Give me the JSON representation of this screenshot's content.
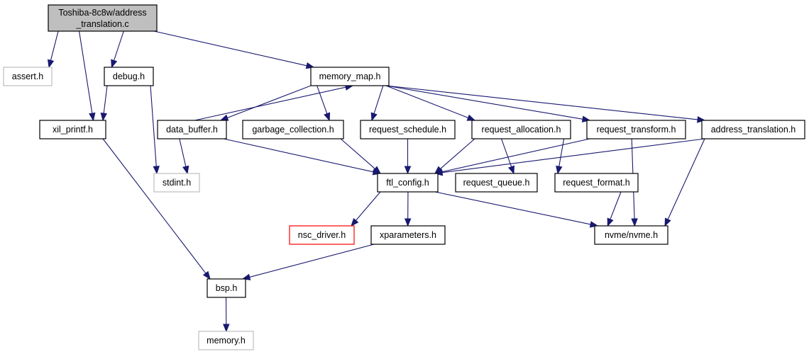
{
  "colors": {
    "edge": "#191970",
    "root_fill": "#bfbfbf",
    "normal_border": "#000000",
    "external_border": "#bfbfbf",
    "missing_border": "#ff0000",
    "node_fill": "#ffffff"
  },
  "nodes": {
    "root": {
      "lines": [
        "Toshiba-8c8w/address",
        "_translation.c"
      ],
      "kind": "root"
    },
    "assert": {
      "lines": [
        "assert.h"
      ],
      "kind": "external"
    },
    "debug": {
      "lines": [
        "debug.h"
      ],
      "kind": "normal"
    },
    "memory_map": {
      "lines": [
        "memory_map.h"
      ],
      "kind": "normal"
    },
    "xil_printf": {
      "lines": [
        "xil_printf.h"
      ],
      "kind": "normal"
    },
    "data_buffer": {
      "lines": [
        "data_buffer.h"
      ],
      "kind": "normal"
    },
    "garbage_collection": {
      "lines": [
        "garbage_collection.h"
      ],
      "kind": "normal"
    },
    "request_schedule": {
      "lines": [
        "request_schedule.h"
      ],
      "kind": "normal"
    },
    "request_allocation": {
      "lines": [
        "request_allocation.h"
      ],
      "kind": "normal"
    },
    "request_transform": {
      "lines": [
        "request_transform.h"
      ],
      "kind": "normal"
    },
    "address_translation": {
      "lines": [
        "address_translation.h"
      ],
      "kind": "normal"
    },
    "stdint": {
      "lines": [
        "stdint.h"
      ],
      "kind": "external"
    },
    "ftl_config": {
      "lines": [
        "ftl_config.h"
      ],
      "kind": "normal"
    },
    "request_queue": {
      "lines": [
        "request_queue.h"
      ],
      "kind": "normal"
    },
    "request_format": {
      "lines": [
        "request_format.h"
      ],
      "kind": "normal"
    },
    "nsc_driver": {
      "lines": [
        "nsc_driver.h"
      ],
      "kind": "missing"
    },
    "xparameters": {
      "lines": [
        "xparameters.h"
      ],
      "kind": "normal"
    },
    "nvme": {
      "lines": [
        "nvme/nvme.h"
      ],
      "kind": "normal"
    },
    "bsp": {
      "lines": [
        "bsp.h"
      ],
      "kind": "normal"
    },
    "memory": {
      "lines": [
        "memory.h"
      ],
      "kind": "external"
    }
  },
  "edges": [
    [
      "root",
      "assert"
    ],
    [
      "root",
      "debug"
    ],
    [
      "root",
      "memory_map"
    ],
    [
      "root",
      "xil_printf"
    ],
    [
      "debug",
      "xil_printf"
    ],
    [
      "debug",
      "stdint"
    ],
    [
      "memory_map",
      "data_buffer"
    ],
    [
      "data_buffer",
      "memory_map"
    ],
    [
      "memory_map",
      "garbage_collection"
    ],
    [
      "memory_map",
      "request_schedule"
    ],
    [
      "memory_map",
      "request_allocation"
    ],
    [
      "memory_map",
      "request_transform"
    ],
    [
      "memory_map",
      "address_translation"
    ],
    [
      "xil_printf",
      "bsp"
    ],
    [
      "data_buffer",
      "stdint"
    ],
    [
      "data_buffer",
      "ftl_config"
    ],
    [
      "garbage_collection",
      "ftl_config"
    ],
    [
      "request_schedule",
      "ftl_config"
    ],
    [
      "request_allocation",
      "ftl_config"
    ],
    [
      "request_allocation",
      "request_queue"
    ],
    [
      "request_allocation",
      "request_format"
    ],
    [
      "request_transform",
      "ftl_config"
    ],
    [
      "request_transform",
      "nvme"
    ],
    [
      "address_translation",
      "ftl_config"
    ],
    [
      "address_translation",
      "nvme"
    ],
    [
      "ftl_config",
      "nsc_driver"
    ],
    [
      "ftl_config",
      "xparameters"
    ],
    [
      "ftl_config",
      "nvme"
    ],
    [
      "request_format",
      "nvme"
    ],
    [
      "xparameters",
      "bsp"
    ],
    [
      "bsp",
      "memory"
    ]
  ]
}
